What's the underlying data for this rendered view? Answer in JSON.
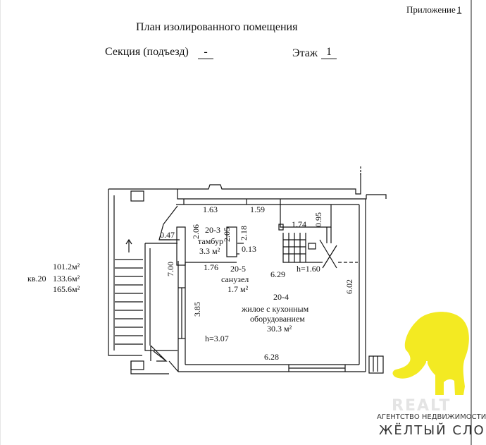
{
  "header": {
    "appendix_label": "Приложение",
    "appendix_number": "1",
    "title": "План изолированного помещения",
    "section_label": "Секция (подъезд)",
    "section_value": "-",
    "floor_label": "Этаж",
    "floor_value": "1"
  },
  "apartment": {
    "label": "кв.20",
    "areas": [
      "101.2м²",
      "133.6м²",
      "165.6м²"
    ]
  },
  "rooms": [
    {
      "id": "20-3",
      "name": "тамбур",
      "area": "3.3 м²"
    },
    {
      "id": "20-5",
      "name": "санузел",
      "area": "1.7 м²"
    },
    {
      "id": "20-4",
      "name_line1": "жилое с кухонным",
      "name_line2": "оборудованием",
      "area": "30.3 м²"
    }
  ],
  "dimensions": {
    "d_1_63": "1.63",
    "d_1_59": "1.59",
    "d_0_95": "0.95",
    "d_1_74": "1.74",
    "d_0_47": "0.47",
    "d_2_06": "2.06",
    "d_2_05": "2.05",
    "d_2_18": "2.18",
    "d_0_13": "0.13",
    "d_7_00": "7.00",
    "d_1_76": "1.76",
    "d_6_29": "6.29",
    "d_6_02": "6.02",
    "d_3_85": "3.85",
    "d_6_28": "6.28",
    "h_1_60": "h=1.60",
    "h_3_07": "h=3.07"
  },
  "watermark": {
    "realt": "REALT",
    "agency": "АГЕНТСТВО НЕДВИЖИМОСТИ",
    "brand": "ЖЁЛТЫЙ СЛОН",
    "logo_color": "#f3ea22",
    "text_color": "#3a3a3a"
  }
}
